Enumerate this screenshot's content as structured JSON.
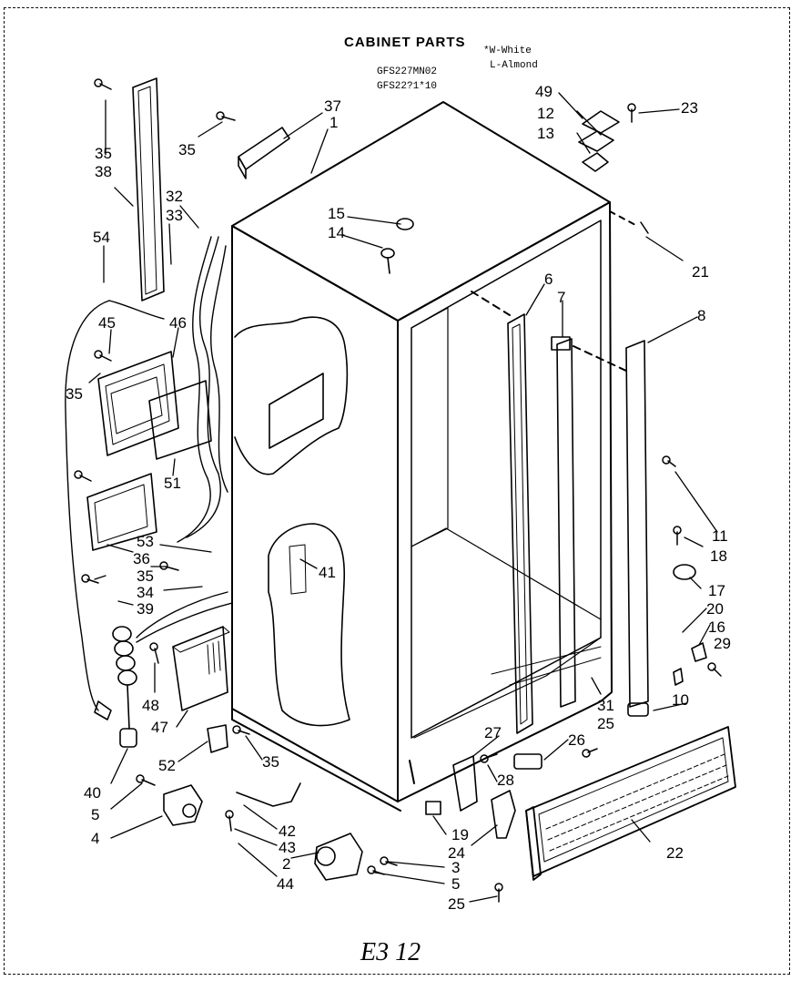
{
  "title": "CABINET PARTS",
  "models": [
    "GFS227MN02",
    "GFS22?1*10"
  ],
  "legend": [
    "*W-White",
    "L-Almond"
  ],
  "page_mark": "E3 12",
  "colors": {
    "ink": "#000000",
    "paper": "#ffffff"
  },
  "callouts": [
    "49",
    "12",
    "23",
    "13",
    "35",
    "37",
    "1",
    "35",
    "38",
    "32",
    "33",
    "54",
    "15",
    "14",
    "21",
    "6",
    "7",
    "8",
    "45",
    "46",
    "35",
    "51",
    "11",
    "18",
    "53",
    "36",
    "35",
    "41",
    "34",
    "17",
    "39",
    "20",
    "16",
    "29",
    "48",
    "31",
    "10",
    "25",
    "47",
    "27",
    "26",
    "52",
    "35",
    "28",
    "40",
    "5",
    "19",
    "22",
    "4",
    "42",
    "43",
    "24",
    "2",
    "3",
    "44",
    "5",
    "25"
  ]
}
